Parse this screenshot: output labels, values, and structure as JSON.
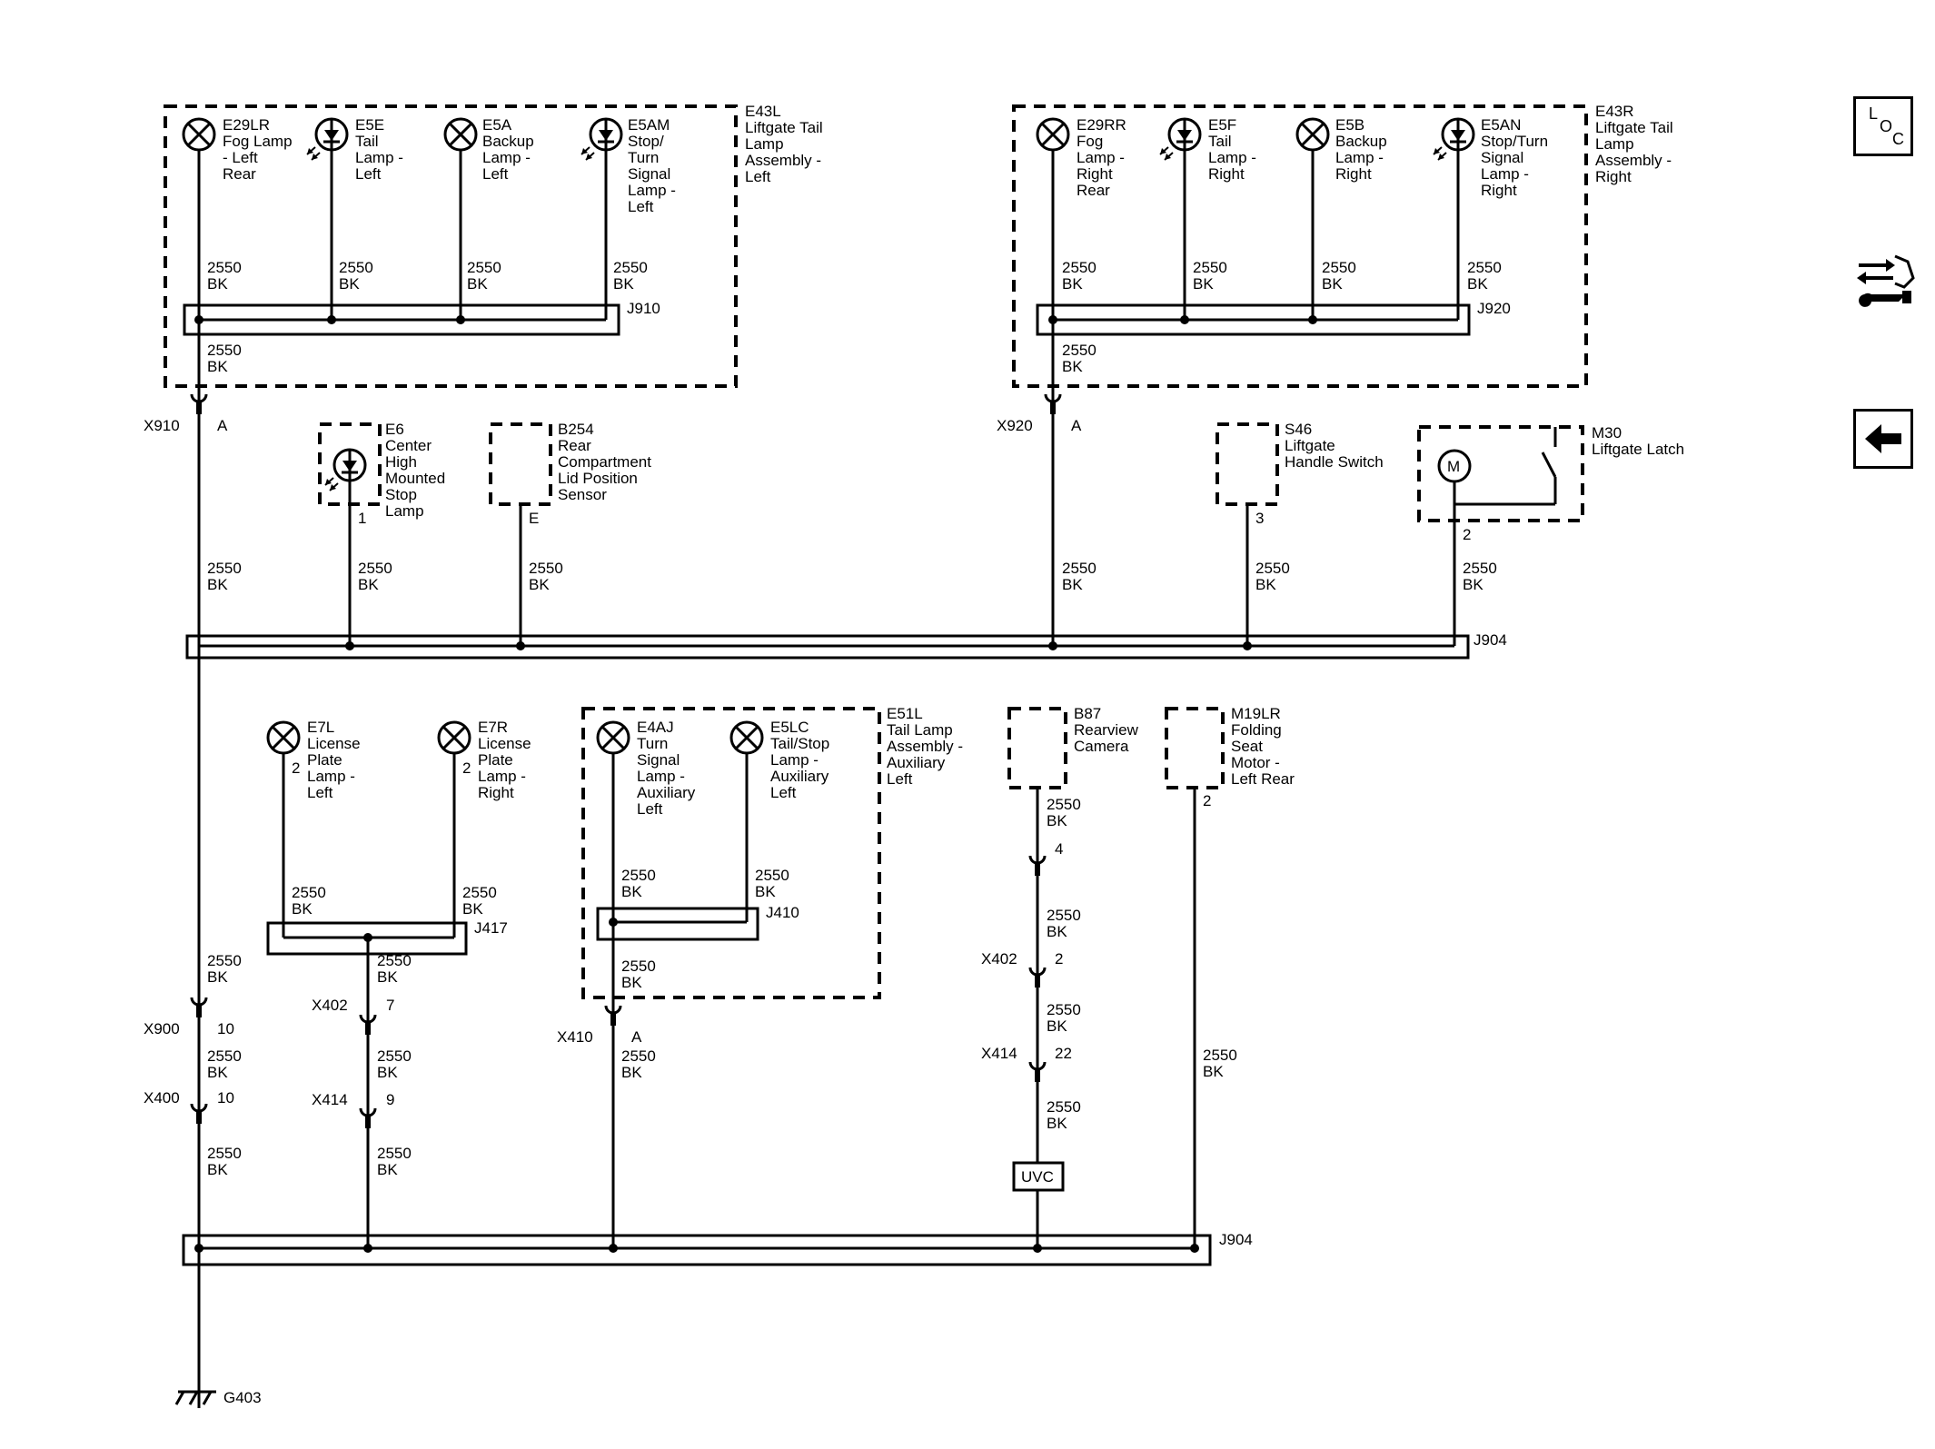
{
  "components": {
    "e43l": {
      "id": "E43L",
      "desc": [
        "Liftgate Tail",
        "Lamp",
        "Assembly -",
        "Left"
      ]
    },
    "e29lr": {
      "id": "E29LR",
      "desc": [
        "Fog Lamp",
        "- Left",
        "Rear"
      ]
    },
    "e5e": {
      "id": "E5E",
      "desc": [
        "Tail",
        "Lamp -",
        "Left"
      ]
    },
    "e5a": {
      "id": "E5A",
      "desc": [
        "Backup",
        "Lamp -",
        "Left"
      ]
    },
    "e5am": {
      "id": "E5AM",
      "desc": [
        "Stop/",
        "Turn",
        "Signal",
        "Lamp -",
        "Left"
      ]
    },
    "e43r": {
      "id": "E43R",
      "desc": [
        "Liftgate Tail",
        "Lamp",
        "Assembly -",
        "Right"
      ]
    },
    "e29rr": {
      "id": "E29RR",
      "desc": [
        "Fog",
        "Lamp -",
        "Right",
        "Rear"
      ]
    },
    "e5f": {
      "id": "E5F",
      "desc": [
        "Tail",
        "Lamp -",
        "Right"
      ]
    },
    "e5b": {
      "id": "E5B",
      "desc": [
        "Backup",
        "Lamp -",
        "Right"
      ]
    },
    "e5an": {
      "id": "E5AN",
      "desc": [
        "Stop/Turn",
        "Signal",
        "Lamp -",
        "Right"
      ]
    },
    "e6": {
      "id": "E6",
      "desc": [
        "Center",
        "High",
        "Mounted",
        "Stop",
        "Lamp"
      ],
      "pin": "1"
    },
    "b254": {
      "id": "B254",
      "desc": [
        "Rear",
        "Compartment",
        "Lid Position",
        "Sensor"
      ],
      "pin": "E"
    },
    "s46": {
      "id": "S46",
      "desc": [
        "Liftgate",
        "Handle Switch"
      ],
      "pin": "3"
    },
    "m30": {
      "id": "M30",
      "desc": [
        "Liftgate Latch"
      ],
      "pin": "2",
      "motor": "M"
    },
    "e7l": {
      "id": "E7L",
      "desc": [
        "License",
        "Plate",
        "Lamp -",
        "Left"
      ],
      "pin": "2"
    },
    "e7r": {
      "id": "E7R",
      "desc": [
        "License",
        "Plate",
        "Lamp -",
        "Right"
      ],
      "pin": "2"
    },
    "e51l": {
      "id": "E51L",
      "desc": [
        "Tail Lamp",
        "Assembly -",
        "Auxiliary",
        "Left"
      ]
    },
    "e4aj": {
      "id": "E4AJ",
      "desc": [
        "Turn",
        "Signal",
        "Lamp -",
        "Auxiliary",
        "Left"
      ]
    },
    "e5lc": {
      "id": "E5LC",
      "desc": [
        "Tail/Stop",
        "Lamp -",
        "Auxiliary",
        "Left"
      ]
    },
    "b87": {
      "id": "B87",
      "desc": [
        "Rearview",
        "Camera"
      ]
    },
    "m19lr": {
      "id": "M19LR",
      "desc": [
        "Folding",
        "Seat",
        "Motor -",
        "Left Rear"
      ],
      "pin": "2"
    }
  },
  "wire": {
    "circuit": "2550",
    "color": "BK"
  },
  "splices": {
    "j910": "J910",
    "j920": "J920",
    "j904_top": "J904",
    "j904_bottom": "J904",
    "j417": "J417",
    "j410": "J410"
  },
  "connectors": {
    "x910": {
      "name": "X910",
      "pin": "A"
    },
    "x920": {
      "name": "X920",
      "pin": "A"
    },
    "x900": {
      "name": "X900",
      "pin": "10"
    },
    "x400": {
      "name": "X400",
      "pin": "10"
    },
    "x402_a": {
      "name": "X402",
      "pin": "7"
    },
    "x414_a": {
      "name": "X414",
      "pin": "9"
    },
    "x410": {
      "name": "X410",
      "pin": "A"
    },
    "cam_conn": {
      "pin": "4"
    },
    "x402_b": {
      "name": "X402",
      "pin": "2"
    },
    "x414_b": {
      "name": "X414",
      "pin": "22"
    }
  },
  "uvc": "UVC",
  "ground": "G403",
  "nav": {
    "loc": [
      "L",
      "O",
      "C"
    ],
    "loc_icon": "loc-icon",
    "connector_icon": "connector-wrench-icon",
    "back_icon": "back-arrow-icon"
  }
}
